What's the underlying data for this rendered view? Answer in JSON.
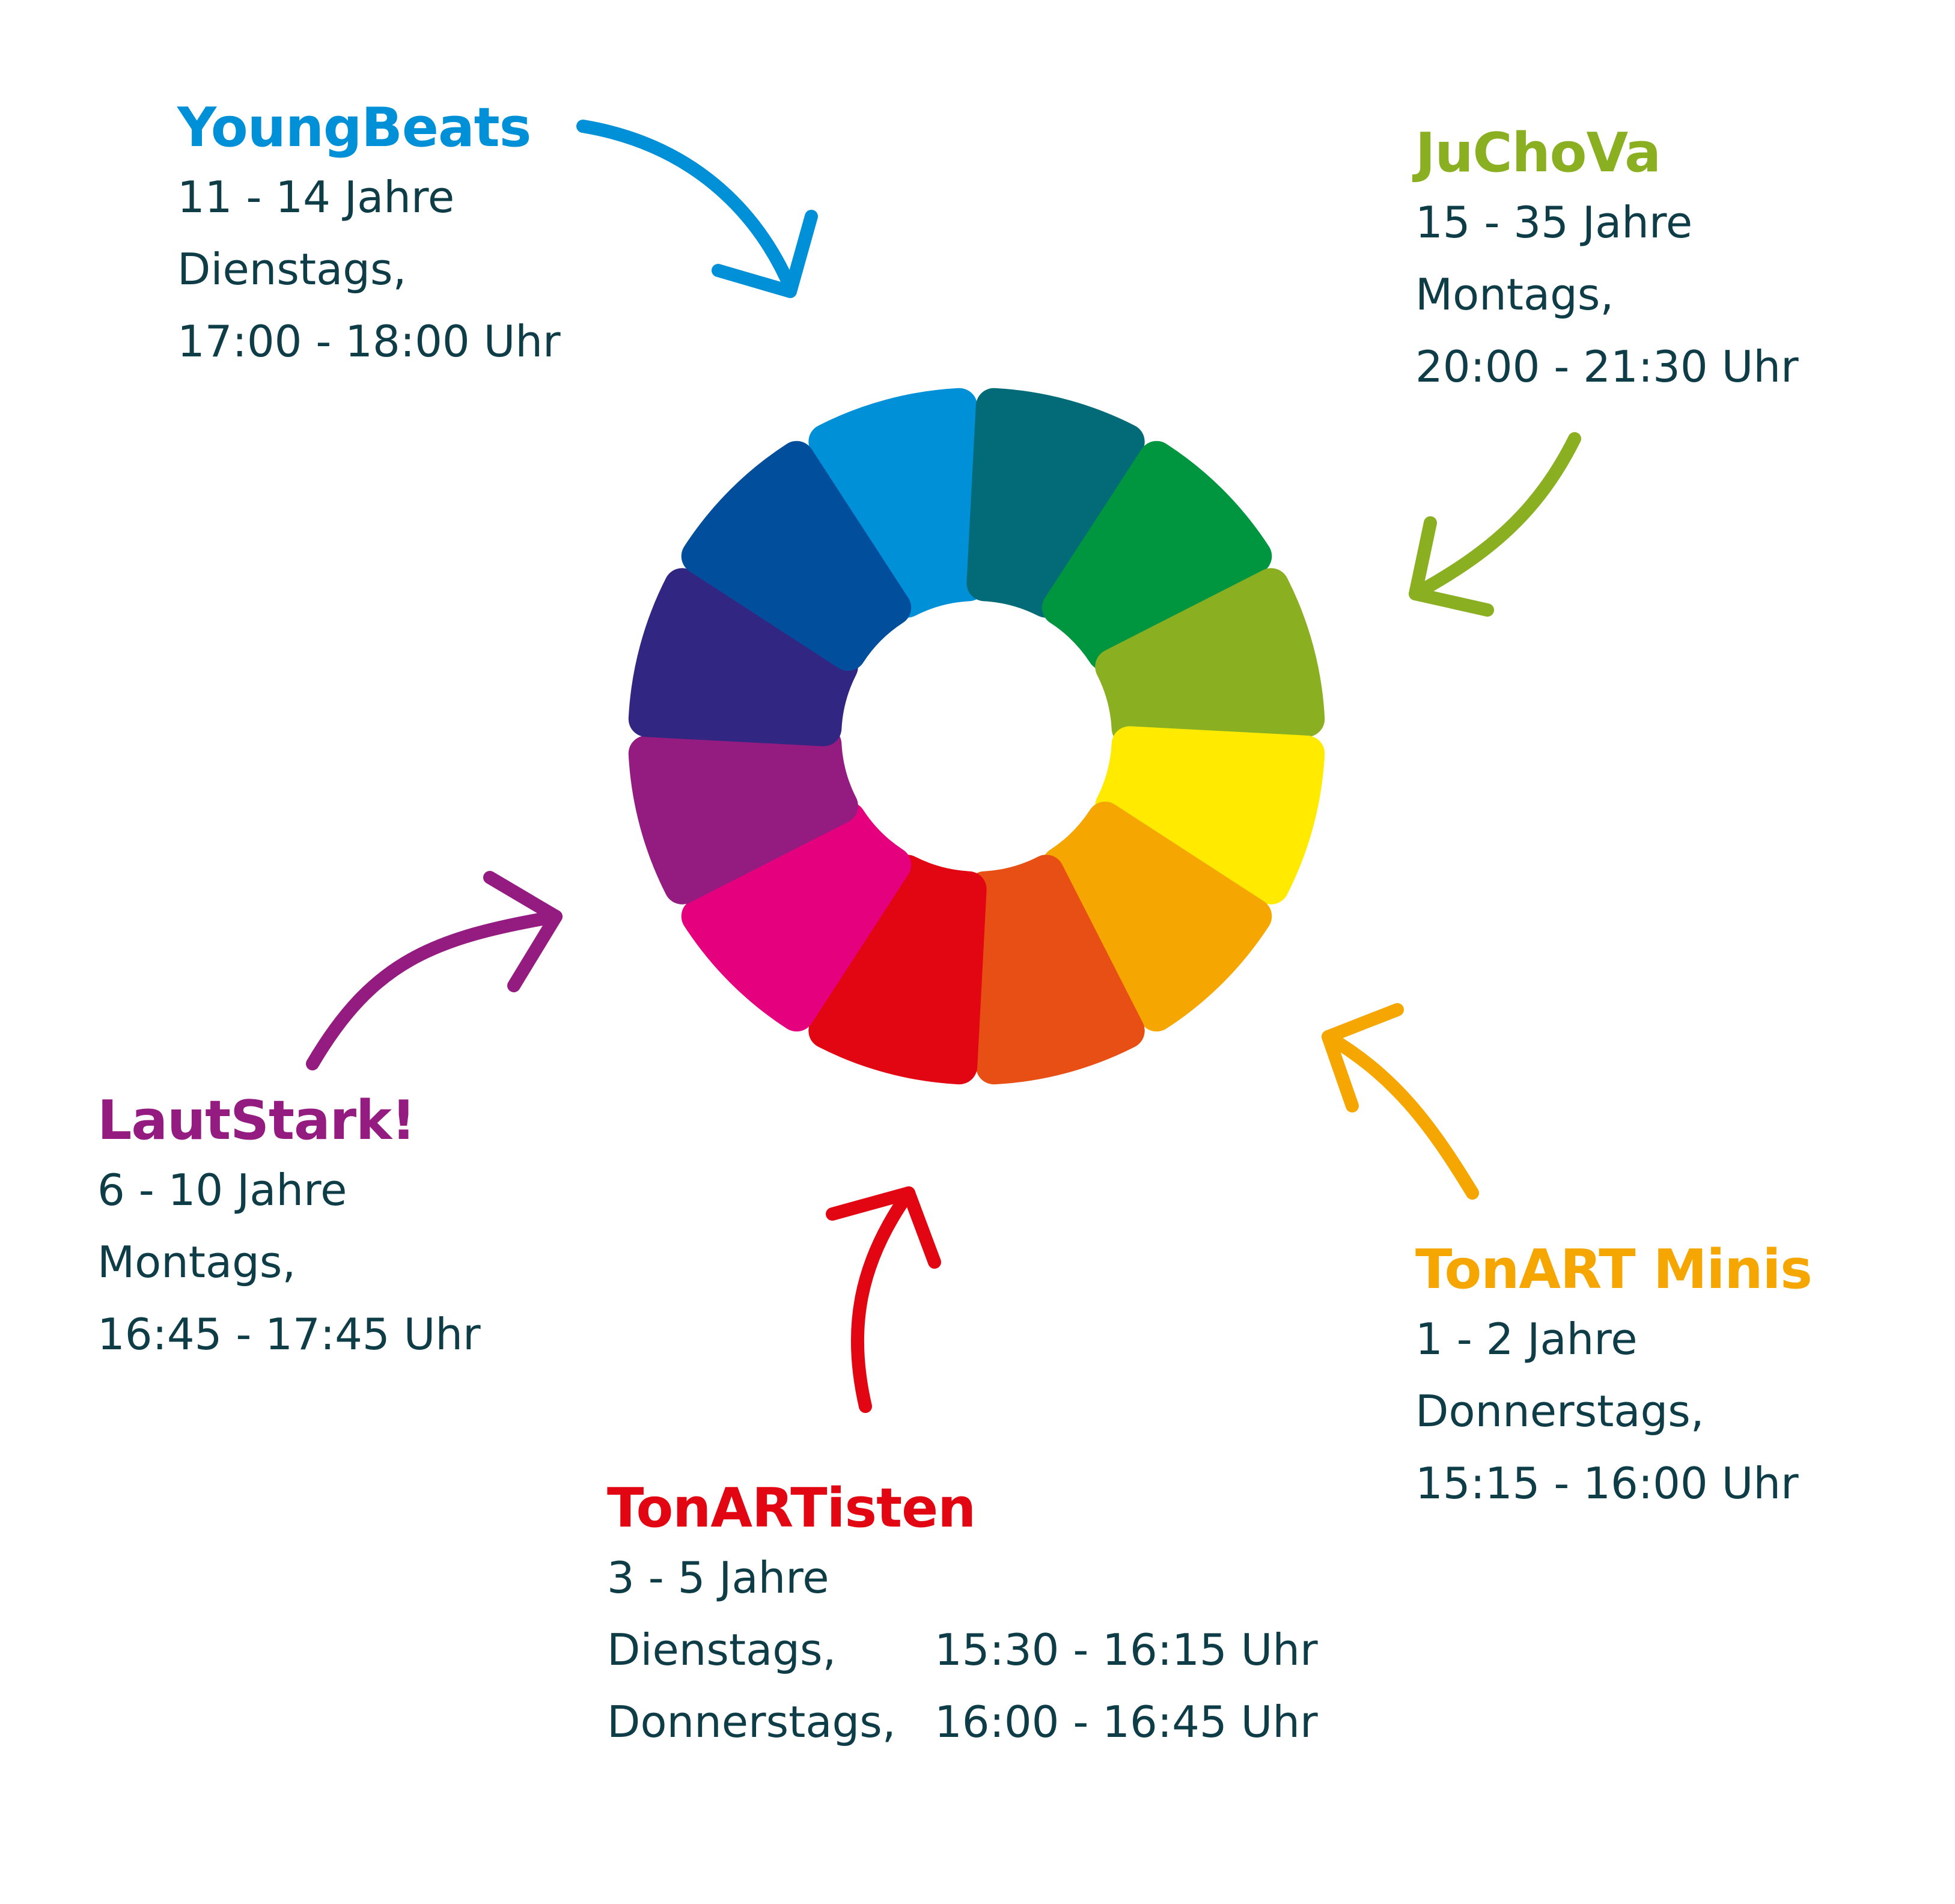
{
  "colors": {
    "text": "#0f3d47",
    "segments": [
      "#0090d8",
      "#036b77",
      "#00963f",
      "#8aaf21",
      "#ffea00",
      "#f6a600",
      "#e84f14",
      "#e20613",
      "#e5007d",
      "#941b80",
      "#312783",
      "#014f9c"
    ]
  },
  "groups": {
    "youngbeats": {
      "name": "YoungBeats",
      "color": "#0090d8",
      "age": "11 - 14 Jahre",
      "day": "Dienstags,",
      "time": "17:00 - 18:00 Uhr"
    },
    "juchova": {
      "name": "JuChoVa",
      "color": "#8aaf21",
      "age": "15 - 35 Jahre",
      "day": "Montags,",
      "time": "20:00 - 21:30 Uhr"
    },
    "lautstark": {
      "name": "LautStark!",
      "color": "#941b80",
      "age": "6 - 10 Jahre",
      "day": "Montags,",
      "time": "16:45 - 17:45 Uhr"
    },
    "tonartminis": {
      "name": "TonART Minis",
      "color": "#f6a600",
      "age": "1 - 2 Jahre",
      "day": "Donnerstags,",
      "time": "15:15 - 16:00 Uhr"
    },
    "tonartisten": {
      "name": "TonARTisten",
      "color": "#e20613",
      "age": "3 - 5 Jahre",
      "day1": "Dienstags,",
      "time1": "15:30 - 16:15 Uhr",
      "day2": "Donnerstags,",
      "time2": "16:00 - 16:45 Uhr"
    }
  }
}
